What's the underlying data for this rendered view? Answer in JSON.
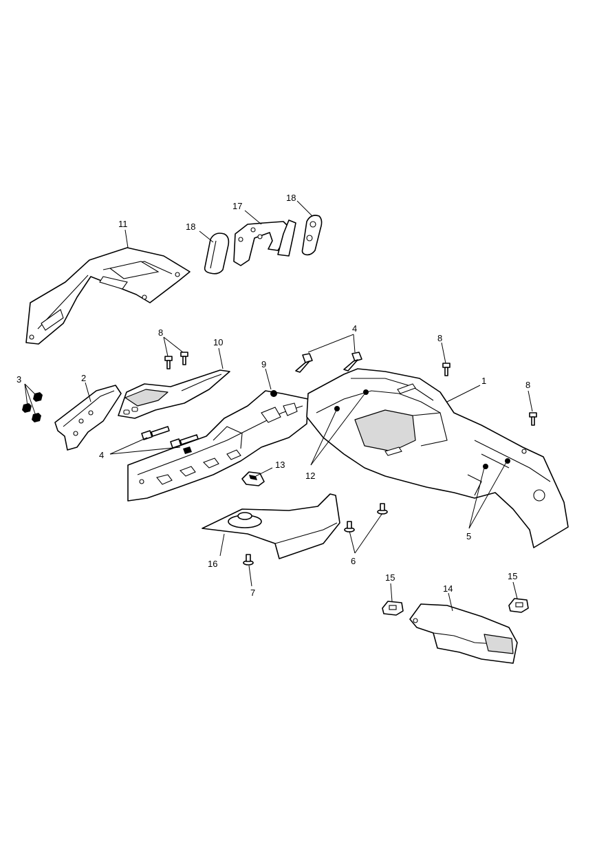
{
  "callouts": {
    "c1": "1",
    "c2": "2",
    "c3": "3",
    "c4a": "4",
    "c4b": "4",
    "c5": "5",
    "c6": "6",
    "c7": "7",
    "c8a": "8",
    "c8b": "8",
    "c8c": "8",
    "c9": "9",
    "c10": "10",
    "c11": "11",
    "c12": "12",
    "c13": "13",
    "c14": "14",
    "c15a": "15",
    "c15b": "15",
    "c16": "16",
    "c17": "17",
    "c18a": "18",
    "c18b": "18"
  }
}
